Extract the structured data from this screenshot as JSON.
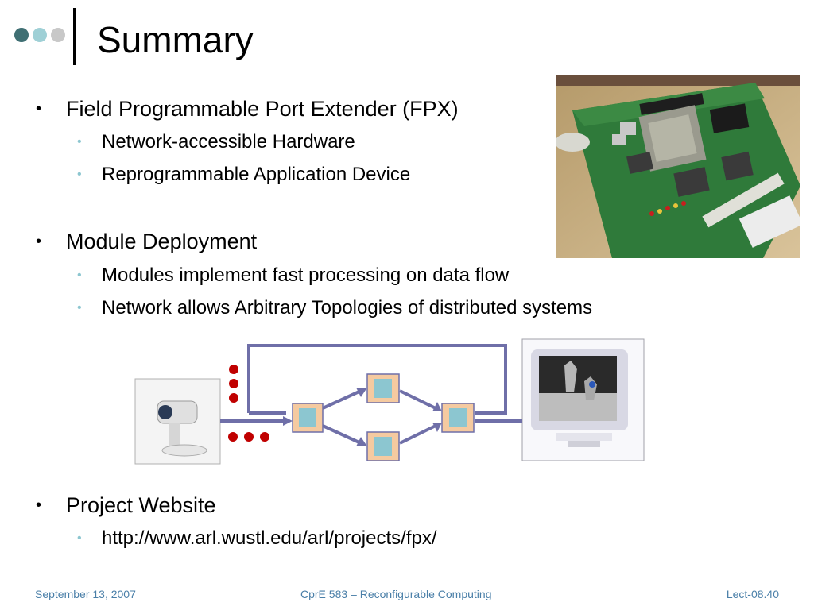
{
  "slide": {
    "title": "Summary",
    "sections": [
      {
        "heading": "Field Programmable Port Extender (FPX)",
        "items": [
          "Network-accessible Hardware",
          "Reprogrammable Application Device"
        ]
      },
      {
        "heading": "Module Deployment",
        "items": [
          "Modules implement fast processing on data flow",
          "Network allows Arbitrary Topologies of distributed systems"
        ]
      },
      {
        "heading": "Project Website",
        "items": [
          "http://www.arl.wustl.edu/arl/projects/fpx/"
        ]
      }
    ],
    "bullet_char": "•"
  },
  "footer": {
    "date": "September 13, 2007",
    "course": "CprE 583 – Reconfigurable Computing",
    "lecture": "Lect-08.40"
  },
  "colors": {
    "accent_dark": "#3f6f73",
    "accent_light": "#9fd0d6",
    "accent_gray": "#c8c8c8",
    "footer_text": "#4a7fa8",
    "arrow": "#6f6fa8",
    "node_fill": "#f5caa0",
    "node_inner": "#8cc6d0",
    "ellipsis_red": "#c00000"
  },
  "icons": [
    "camera-icon",
    "monitor-icon",
    "circuit-board-photo",
    "module-node-icon"
  ]
}
